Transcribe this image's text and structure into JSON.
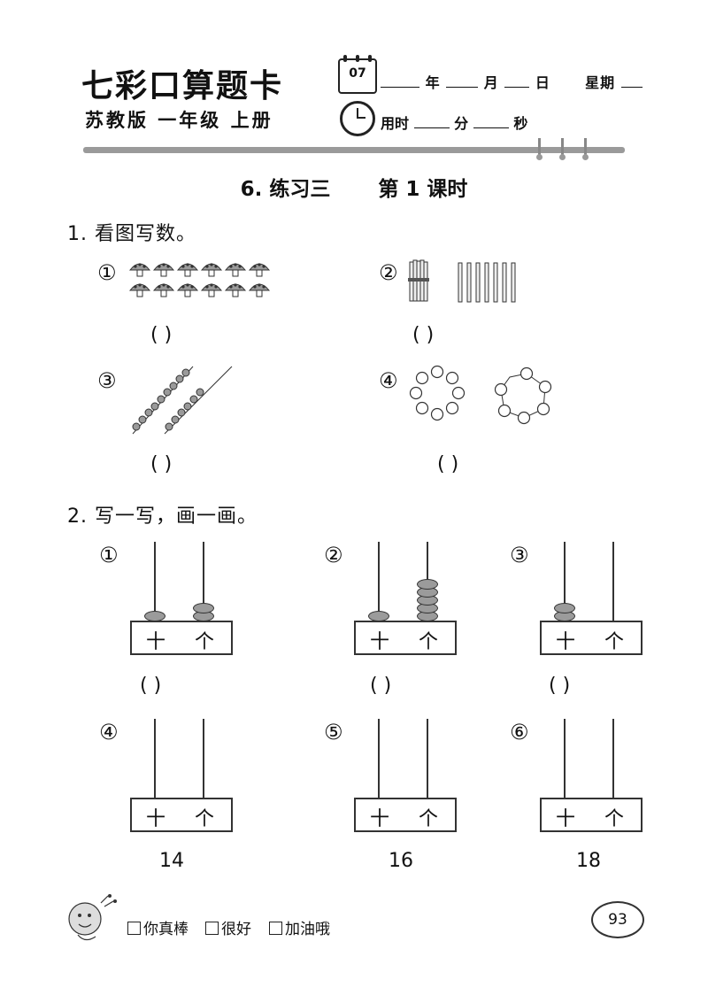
{
  "header": {
    "brand_title": "七彩口算题卡",
    "edition": "苏教版  一年级  上册",
    "calendar_number": "07",
    "date_year": "年",
    "date_month": "月",
    "date_day": "日",
    "date_weekday": "星期",
    "time_used": "用时",
    "time_minutes": "分",
    "time_seconds": "秒"
  },
  "lesson": {
    "title": "6. 练习三",
    "session": "第 1 课时"
  },
  "section1": {
    "title": "1. 看图写数。",
    "items": [
      {
        "num": "①",
        "paren": "(      )"
      },
      {
        "num": "②",
        "paren": "(      )"
      },
      {
        "num": "③",
        "paren": "(      )"
      },
      {
        "num": "④",
        "paren": "(      )"
      }
    ]
  },
  "section2": {
    "title": "2. 写一写，画一画。",
    "tens_label": "十",
    "ones_label": "个",
    "items": [
      {
        "num": "①",
        "paren": "(       )",
        "tens": 1,
        "ones": 2
      },
      {
        "num": "②",
        "paren": "(       )",
        "tens": 1,
        "ones": 5
      },
      {
        "num": "③",
        "paren": "(       )",
        "tens": 2,
        "ones": 0
      },
      {
        "num": "④",
        "target": "14"
      },
      {
        "num": "⑤",
        "target": "16"
      },
      {
        "num": "⑥",
        "target": "18"
      }
    ]
  },
  "footer": {
    "option1": "你真棒",
    "option2": "很好",
    "option3": "加油哦",
    "page_number": "93"
  }
}
